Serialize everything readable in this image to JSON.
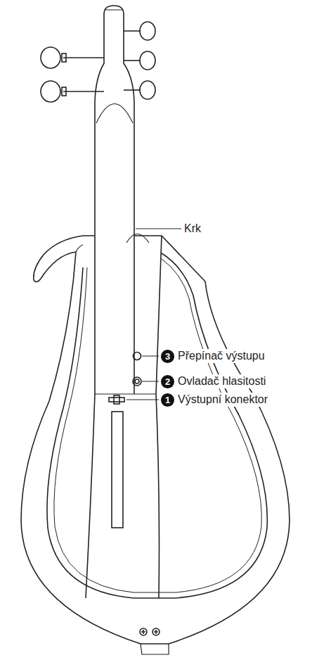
{
  "diagram": {
    "labels": [
      "Krk",
      "3",
      "Přepínač výstupu",
      "2",
      "Ovladač hlasitosti",
      "1",
      "Výstupní konektor"
    ]
  }
}
